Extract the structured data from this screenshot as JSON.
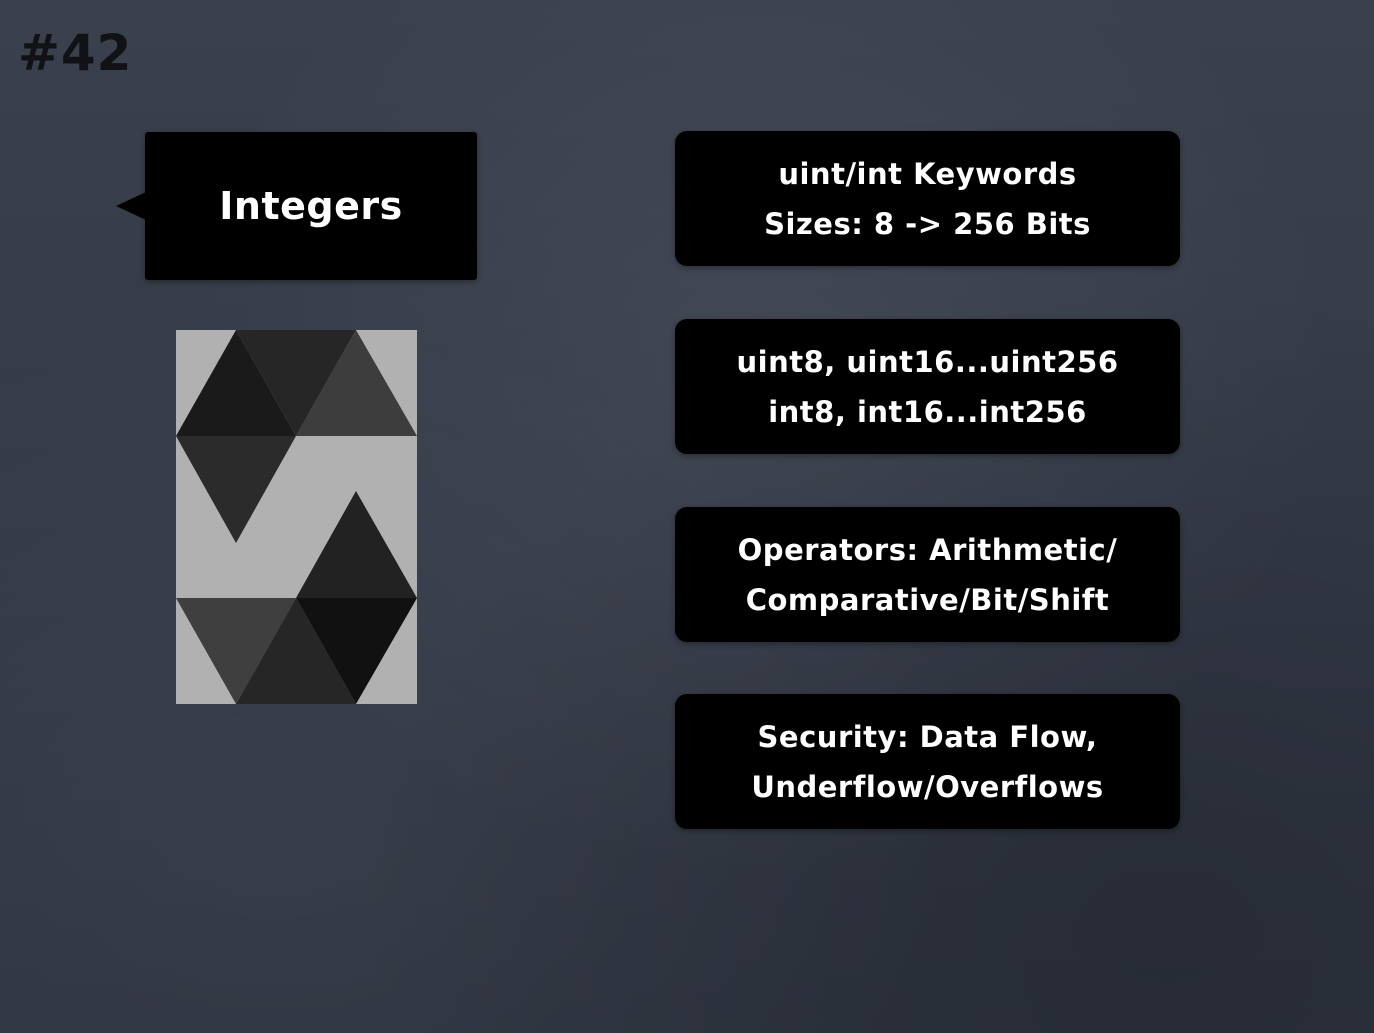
{
  "slide_number": "#42",
  "callout_title": "Integers",
  "logo": {
    "icon": "solidity-logo-icon",
    "background": "#b1b1b1",
    "colors": [
      "#111111",
      "#1f1f1f",
      "#2a2a2a",
      "#3f3f3f"
    ]
  },
  "boxes": [
    {
      "line1": "uint/int Keywords",
      "line2": "Sizes: 8 -> 256 Bits"
    },
    {
      "line1": "uint8, uint16...uint256",
      "line2": "int8, int16...int256"
    },
    {
      "line1": "Operators: Arithmetic/",
      "line2": "Comparative/Bit/Shift"
    },
    {
      "line1": "Security: Data Flow,",
      "line2": "Underflow/Overflows"
    }
  ]
}
